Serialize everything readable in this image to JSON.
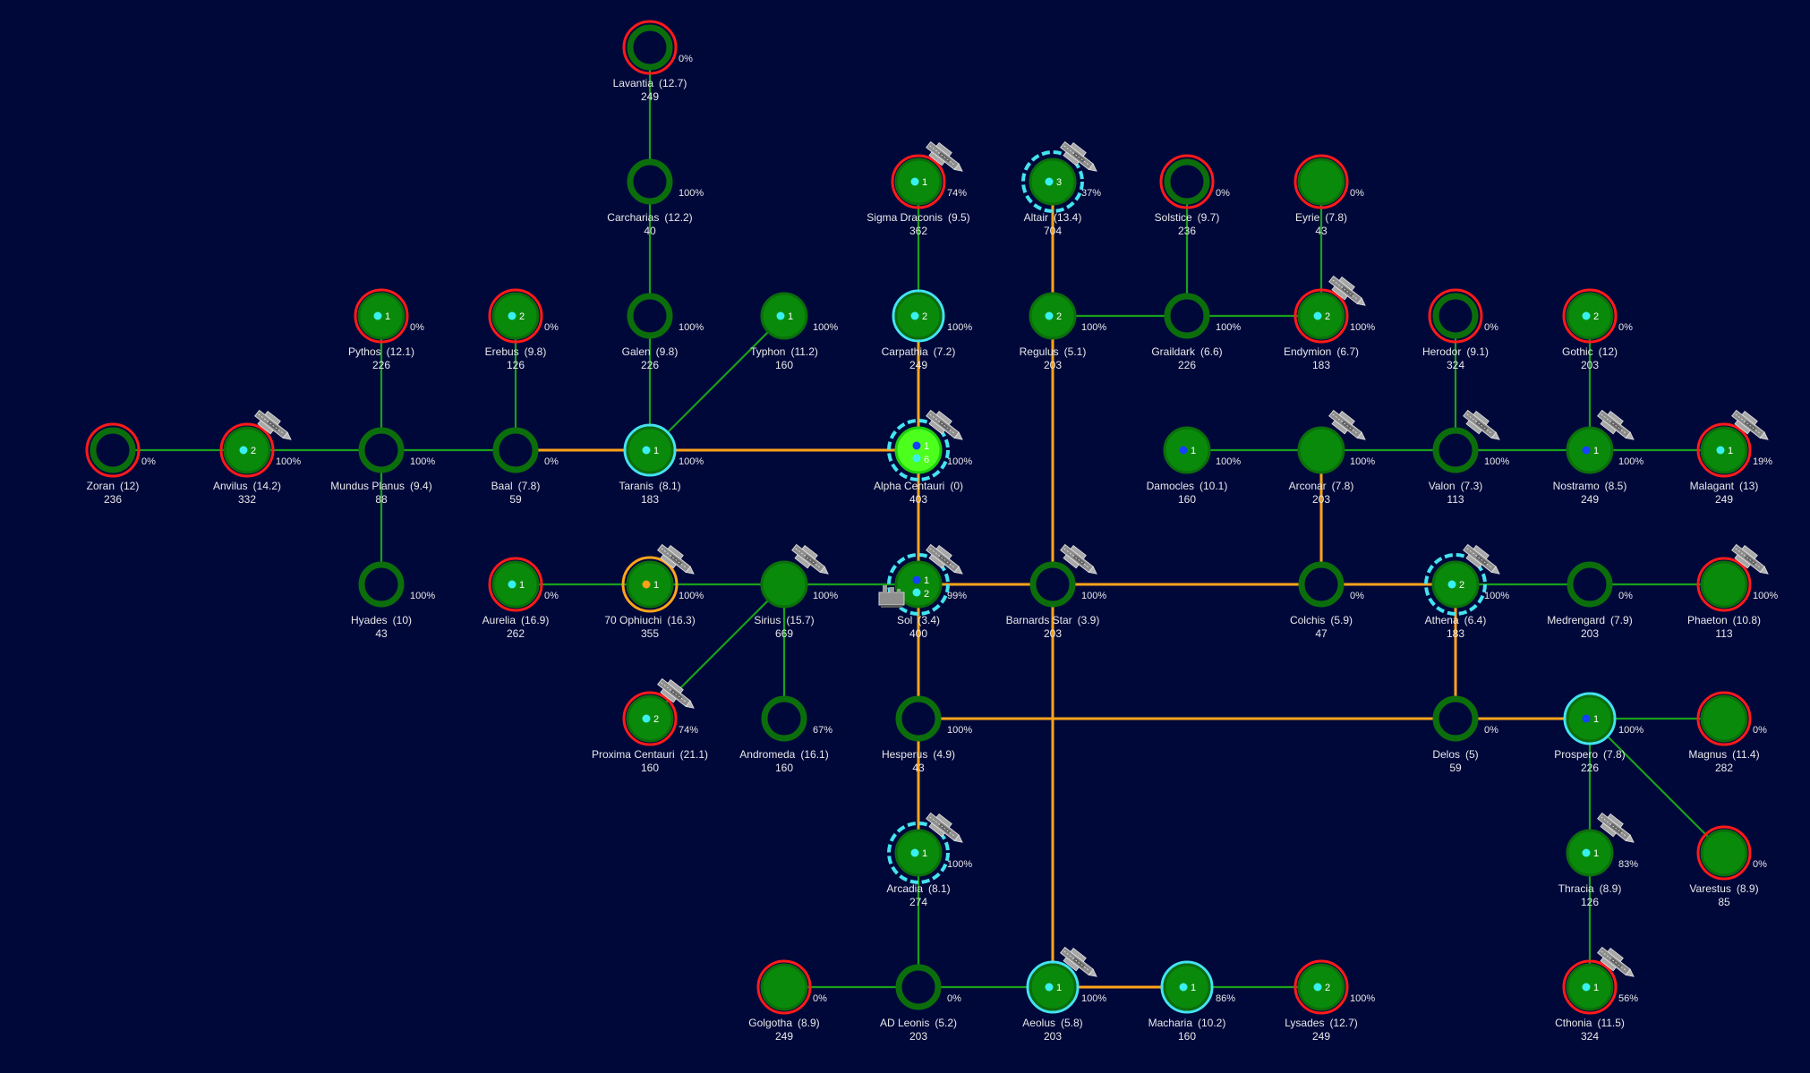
{
  "colors": {
    "background": "#00083a",
    "planet_fill": "#0a8a0a",
    "planet_ring": "#0b6e0b",
    "alpha_fill": "#4cff1c",
    "lane_green": "#19a019",
    "lane_orange": "#ffa41a",
    "ring_red": "#ff1a1a",
    "ring_cyan": "#44e3f0",
    "ring_orange": "#ffa41a",
    "dot_cyan": "#39f0f0",
    "dot_blue": "#1440ff",
    "dot_orange": "#ff9f1a",
    "text": "#e8e8e8"
  },
  "systems": [
    {
      "id": "lavantia",
      "name": "Lavantia",
      "dist": "(12.7)",
      "value": "249",
      "pct": "0%",
      "style": "hollow",
      "ring": "red"
    },
    {
      "id": "carcharias",
      "name": "Carcharias",
      "dist": "(12.2)",
      "value": "40",
      "pct": "100%",
      "style": "hollow"
    },
    {
      "id": "galen",
      "name": "Galen",
      "dist": "(9.8)",
      "value": "226",
      "pct": "100%",
      "style": "hollow"
    },
    {
      "id": "typhon",
      "name": "Typhon",
      "dist": "(11.2)",
      "value": "160",
      "pct": "100%",
      "style": "filled",
      "count": "1",
      "dot": "cyan"
    },
    {
      "id": "sigma",
      "name": "Sigma Draconis",
      "dist": "(9.5)",
      "value": "362",
      "pct": "74%",
      "style": "filled",
      "ring": "red",
      "count": "1",
      "dot": "cyan",
      "ship": true
    },
    {
      "id": "altair",
      "name": "Altair",
      "dist": "(13.4)",
      "value": "704",
      "pct": "37%",
      "style": "filled",
      "ring": "cyan-dashed",
      "count": "3",
      "dot": "cyan",
      "ship": true
    },
    {
      "id": "solstice",
      "name": "Solstice",
      "dist": "(9.7)",
      "value": "236",
      "pct": "0%",
      "style": "hollow",
      "ring": "red"
    },
    {
      "id": "eyrie",
      "name": "Eyrie",
      "dist": "(7.8)",
      "value": "43",
      "pct": "0%",
      "style": "filled",
      "ring": "red"
    },
    {
      "id": "pythos",
      "name": "Pythos",
      "dist": "(12.1)",
      "value": "226",
      "pct": "0%",
      "style": "filled",
      "ring": "red",
      "count": "1",
      "dot": "cyan"
    },
    {
      "id": "erebus",
      "name": "Erebus",
      "dist": "(9.8)",
      "value": "126",
      "pct": "0%",
      "style": "filled",
      "ring": "red",
      "count": "2",
      "dot": "cyan"
    },
    {
      "id": "carpathia",
      "name": "Carpathia",
      "dist": "(7.2)",
      "value": "249",
      "pct": "100%",
      "style": "filled",
      "ring": "cyan",
      "count": "2",
      "dot": "cyan"
    },
    {
      "id": "regulus",
      "name": "Regulus",
      "dist": "(5.1)",
      "value": "203",
      "pct": "100%",
      "style": "filled",
      "count": "2",
      "dot": "cyan"
    },
    {
      "id": "graildark",
      "name": "Graildark",
      "dist": "(6.6)",
      "value": "226",
      "pct": "100%",
      "style": "hollow"
    },
    {
      "id": "endymion",
      "name": "Endymion",
      "dist": "(6.7)",
      "value": "183",
      "pct": "100%",
      "style": "filled",
      "ring": "red",
      "count": "2",
      "dot": "cyan",
      "ship": true
    },
    {
      "id": "herodor",
      "name": "Herodor",
      "dist": "(9.1)",
      "value": "324",
      "pct": "0%",
      "style": "hollow",
      "ring": "red"
    },
    {
      "id": "gothic",
      "name": "Gothic",
      "dist": "(12)",
      "value": "203",
      "pct": "0%",
      "style": "filled",
      "ring": "red",
      "count": "2",
      "dot": "cyan"
    },
    {
      "id": "zoran",
      "name": "Zoran",
      "dist": "(12)",
      "value": "236",
      "pct": "0%",
      "style": "hollow",
      "ring": "red"
    },
    {
      "id": "anvilus",
      "name": "Anvilus",
      "dist": "(14.2)",
      "value": "332",
      "pct": "100%",
      "style": "filled",
      "ring": "red",
      "count": "2",
      "dot": "cyan",
      "ship": true
    },
    {
      "id": "mundus",
      "name": "Mundus Planus",
      "dist": "(9.4)",
      "value": "88",
      "pct": "100%",
      "style": "hollow"
    },
    {
      "id": "baal",
      "name": "Baal",
      "dist": "(7.8)",
      "value": "59",
      "pct": "0%",
      "style": "hollow"
    },
    {
      "id": "taranis",
      "name": "Taranis",
      "dist": "(8.1)",
      "value": "183",
      "pct": "100%",
      "style": "filled",
      "ring": "cyan",
      "count": "1",
      "dot": "cyan"
    },
    {
      "id": "alpha",
      "name": "Alpha Centauri",
      "dist": "(0)",
      "value": "403",
      "pct": "100%",
      "style": "home",
      "ring": "cyan-dashed",
      "count": "1",
      "count2": "6",
      "dot": "blue",
      "dot2": "cyan",
      "ship": true
    },
    {
      "id": "damocles",
      "name": "Damocles",
      "dist": "(10.1)",
      "value": "160",
      "pct": "100%",
      "style": "filled",
      "count": "1",
      "dot": "blue"
    },
    {
      "id": "arconar",
      "name": "Arconar",
      "dist": "(7.8)",
      "value": "203",
      "pct": "100%",
      "style": "filled",
      "ship": true
    },
    {
      "id": "valon",
      "name": "Valon",
      "dist": "(7.3)",
      "value": "113",
      "pct": "100%",
      "style": "hollow",
      "ship": true
    },
    {
      "id": "nostramo",
      "name": "Nostramo",
      "dist": "(8.5)",
      "value": "249",
      "pct": "100%",
      "style": "filled",
      "count": "1",
      "dot": "blue",
      "ship": true
    },
    {
      "id": "malagant",
      "name": "Malagant",
      "dist": "(13)",
      "value": "249",
      "pct": "19%",
      "style": "filled",
      "ring": "red",
      "count": "1",
      "dot": "cyan",
      "ship": true
    },
    {
      "id": "hyades",
      "name": "Hyades",
      "dist": "(10)",
      "value": "43",
      "pct": "100%",
      "style": "hollow"
    },
    {
      "id": "aurelia",
      "name": "Aurelia",
      "dist": "(16.9)",
      "value": "262",
      "pct": "0%",
      "style": "filled",
      "ring": "red",
      "count": "1",
      "dot": "cyan"
    },
    {
      "id": "ophiuchi",
      "name": "70 Ophiuchi",
      "dist": "(16.3)",
      "value": "355",
      "pct": "100%",
      "style": "filled",
      "ring": "orange",
      "count": "1",
      "dot": "orange",
      "ship": true
    },
    {
      "id": "sirius",
      "name": "Sirius",
      "dist": "(15.7)",
      "value": "669",
      "pct": "100%",
      "style": "filled",
      "ship": true
    },
    {
      "id": "sol",
      "name": "Sol",
      "dist": "(3.4)",
      "value": "400",
      "pct": "99%",
      "style": "filled",
      "ring": "cyan-dashed",
      "count": "1",
      "count2": "2",
      "dot": "blue",
      "dot2": "cyan",
      "ship": true,
      "factory": true
    },
    {
      "id": "barnards",
      "name": "Barnards Star",
      "dist": "(3.9)",
      "value": "203",
      "pct": "100%",
      "style": "hollow",
      "ship": true
    },
    {
      "id": "colchis",
      "name": "Colchis",
      "dist": "(5.9)",
      "value": "47",
      "pct": "0%",
      "style": "hollow"
    },
    {
      "id": "athena",
      "name": "Athena",
      "dist": "(6.4)",
      "value": "183",
      "pct": "100%",
      "style": "filled",
      "ring": "cyan-dashed",
      "count": "2",
      "dot": "cyan",
      "ship": true
    },
    {
      "id": "medrengard",
      "name": "Medrengard",
      "dist": "(7.9)",
      "value": "203",
      "pct": "0%",
      "style": "hollow"
    },
    {
      "id": "phaeton",
      "name": "Phaeton",
      "dist": "(10.8)",
      "value": "113",
      "pct": "100%",
      "style": "filled",
      "ring": "red",
      "ship": true
    },
    {
      "id": "proxima",
      "name": "Proxima Centauri",
      "dist": "(21.1)",
      "value": "160",
      "pct": "74%",
      "style": "filled",
      "ring": "red",
      "count": "2",
      "dot": "cyan",
      "ship": true
    },
    {
      "id": "andromeda",
      "name": "Andromeda",
      "dist": "(16.1)",
      "value": "160",
      "pct": "67%",
      "style": "hollow"
    },
    {
      "id": "hesperus",
      "name": "Hesperus",
      "dist": "(4.9)",
      "value": "43",
      "pct": "100%",
      "style": "hollow"
    },
    {
      "id": "delos",
      "name": "Delos",
      "dist": "(5)",
      "value": "59",
      "pct": "0%",
      "style": "hollow"
    },
    {
      "id": "prospero",
      "name": "Prospero",
      "dist": "(7.8)",
      "value": "226",
      "pct": "100%",
      "style": "filled",
      "ring": "cyan",
      "count": "1",
      "dot": "blue"
    },
    {
      "id": "magnus",
      "name": "Magnus",
      "dist": "(11.4)",
      "value": "282",
      "pct": "0%",
      "style": "filled",
      "ring": "red"
    },
    {
      "id": "arcadia",
      "name": "Arcadia",
      "dist": "(8.1)",
      "value": "274",
      "pct": "100%",
      "style": "filled",
      "ring": "cyan-dashed",
      "count": "1",
      "dot": "cyan",
      "ship": true
    },
    {
      "id": "thracia",
      "name": "Thracia",
      "dist": "(8.9)",
      "value": "126",
      "pct": "83%",
      "style": "filled",
      "count": "1",
      "dot": "cyan",
      "ship": true
    },
    {
      "id": "varestus",
      "name": "Varestus",
      "dist": "(8.9)",
      "value": "85",
      "pct": "0%",
      "style": "filled",
      "ring": "red"
    },
    {
      "id": "golgotha",
      "name": "Golgotha",
      "dist": "(8.9)",
      "value": "249",
      "pct": "0%",
      "style": "filled",
      "ring": "red"
    },
    {
      "id": "adleonis",
      "name": "AD Leonis",
      "dist": "(5.2)",
      "value": "203",
      "pct": "0%",
      "style": "hollow"
    },
    {
      "id": "aeolus",
      "name": "Aeolus",
      "dist": "(5.8)",
      "value": "203",
      "pct": "100%",
      "style": "filled",
      "ring": "cyan",
      "count": "1",
      "dot": "cyan",
      "ship": true
    },
    {
      "id": "macharia",
      "name": "Macharia",
      "dist": "(10.2)",
      "value": "160",
      "pct": "86%",
      "style": "filled",
      "ring": "cyan",
      "count": "1",
      "dot": "cyan"
    },
    {
      "id": "lysades",
      "name": "Lysades",
      "dist": "(12.7)",
      "value": "249",
      "pct": "100%",
      "style": "filled",
      "ring": "red",
      "count": "2",
      "dot": "cyan"
    },
    {
      "id": "cthonia",
      "name": "Cthonia",
      "dist": "(11.5)",
      "value": "324",
      "pct": "56%",
      "style": "filled",
      "ring": "red",
      "count": "1",
      "dot": "cyan",
      "ship": true
    }
  ],
  "lanes": [
    {
      "from": "lavantia",
      "to": "carcharias",
      "color": "green"
    },
    {
      "from": "carcharias",
      "to": "galen",
      "color": "green"
    },
    {
      "from": "galen",
      "to": "taranis",
      "color": "green"
    },
    {
      "from": "typhon",
      "to": "taranis",
      "color": "green"
    },
    {
      "from": "pythos",
      "to": "mundus",
      "color": "green"
    },
    {
      "from": "mundus",
      "to": "hyades",
      "color": "green"
    },
    {
      "from": "erebus",
      "to": "baal",
      "color": "green"
    },
    {
      "from": "zoran",
      "to": "anvilus",
      "color": "green"
    },
    {
      "from": "anvilus",
      "to": "mundus",
      "color": "green"
    },
    {
      "from": "mundus",
      "to": "baal",
      "color": "green"
    },
    {
      "from": "baal",
      "to": "taranis",
      "color": "orange"
    },
    {
      "from": "taranis",
      "to": "alpha",
      "color": "orange"
    },
    {
      "from": "sigma",
      "to": "carpathia",
      "color": "green"
    },
    {
      "from": "carpathia",
      "to": "alpha",
      "color": "orange"
    },
    {
      "from": "alpha",
      "to": "sol",
      "color": "orange"
    },
    {
      "from": "altair",
      "to": "regulus",
      "color": "orange"
    },
    {
      "from": "regulus",
      "to": "barnards",
      "color": "orange"
    },
    {
      "from": "barnards",
      "to": "aeolus",
      "color": "orange"
    },
    {
      "from": "regulus",
      "to": "graildark",
      "color": "green"
    },
    {
      "from": "solstice",
      "to": "graildark",
      "color": "green"
    },
    {
      "from": "graildark",
      "to": "endymion",
      "color": "green"
    },
    {
      "from": "eyrie",
      "to": "endymion",
      "color": "green"
    },
    {
      "from": "damocles",
      "to": "arconar",
      "color": "green"
    },
    {
      "from": "arconar",
      "to": "valon",
      "color": "green"
    },
    {
      "from": "valon",
      "to": "nostramo",
      "color": "green"
    },
    {
      "from": "nostramo",
      "to": "malagant",
      "color": "green"
    },
    {
      "from": "herodor",
      "to": "valon",
      "color": "green"
    },
    {
      "from": "gothic",
      "to": "nostramo",
      "color": "green"
    },
    {
      "from": "arconar",
      "to": "colchis",
      "color": "orange"
    },
    {
      "from": "aurelia",
      "to": "ophiuchi",
      "color": "green"
    },
    {
      "from": "ophiuchi",
      "to": "sirius",
      "color": "green"
    },
    {
      "from": "sirius",
      "to": "sol",
      "color": "green"
    },
    {
      "from": "sirius",
      "to": "proxima",
      "color": "green"
    },
    {
      "from": "sirius",
      "to": "andromeda",
      "color": "green"
    },
    {
      "from": "sol",
      "to": "barnards",
      "color": "orange"
    },
    {
      "from": "barnards",
      "to": "colchis",
      "color": "orange"
    },
    {
      "from": "colchis",
      "to": "athena",
      "color": "orange"
    },
    {
      "from": "athena",
      "to": "medrengard",
      "color": "green"
    },
    {
      "from": "medrengard",
      "to": "phaeton",
      "color": "green"
    },
    {
      "from": "athena",
      "to": "delos",
      "color": "orange"
    },
    {
      "from": "sol",
      "to": "hesperus",
      "color": "orange"
    },
    {
      "from": "hesperus",
      "to": "delos",
      "color": "orange"
    },
    {
      "from": "delos",
      "to": "prospero",
      "color": "orange"
    },
    {
      "from": "prospero",
      "to": "magnus",
      "color": "green"
    },
    {
      "from": "prospero",
      "to": "varestus",
      "color": "green"
    },
    {
      "from": "prospero",
      "to": "thracia",
      "color": "green"
    },
    {
      "from": "thracia",
      "to": "cthonia",
      "color": "green"
    },
    {
      "from": "hesperus",
      "to": "arcadia",
      "color": "orange"
    },
    {
      "from": "arcadia",
      "to": "adleonis",
      "color": "green"
    },
    {
      "from": "golgotha",
      "to": "adleonis",
      "color": "green"
    },
    {
      "from": "adleonis",
      "to": "aeolus",
      "color": "green"
    },
    {
      "from": "aeolus",
      "to": "macharia",
      "color": "orange"
    },
    {
      "from": "macharia",
      "to": "lysades",
      "color": "green"
    }
  ]
}
